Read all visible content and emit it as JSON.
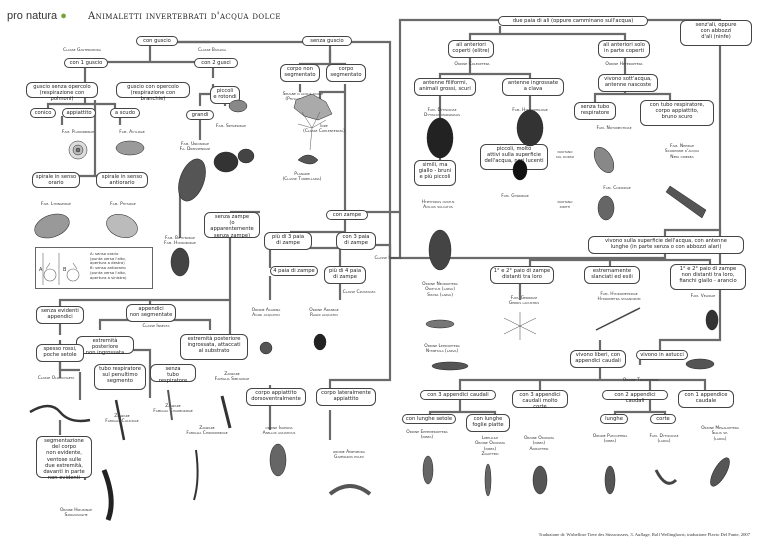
{
  "header": {
    "logo": "pro natura",
    "title": "Animaletti invertebrati d'acqua dolce"
  },
  "credit": "Traduzione di: Wirbellose Tiere des Süsswassers, 3. Auflage, Rolf Wellinghorst; traduzione Flavio Del Fante, 2007",
  "boxes": {
    "con_guscio": "con guscio",
    "senza_guscio": "senza guscio",
    "due_paia_ali": "due paia di ali (oppure camminano sull'acqua)",
    "senza_ali": "senz'ali, oppure\ncon abbozzi\nd'ali (ninfe)",
    "un_guscio": "con 1 guscio",
    "due_gusci": "con 2 gusci",
    "corpo_non_segm": "corpo non\nsegmentato",
    "corpo_segm": "corpo\nsegmentato",
    "ali_ant_coperti": "ali anteriori\ncoperti (elitre)",
    "ali_ant_solo_parte": "ali anteriori solo\nin parte coperti",
    "senza_opercolo": "guscio senza opercolo\n(respirazione con polmoni)",
    "con_opercolo": "guscio con opercolo\n(respirazione con branchie)",
    "piccoli_rotondi": "piccoli\ne rotondi",
    "grandi": "grandi",
    "antenne_filiformi": "antenne filiformi,\nanimali grossi, scuri",
    "antenne_clava": "antenne ingrossate\na clava",
    "sott_acqua": "vivono sott'acqua,\nantenne nascoste",
    "conico": "conico",
    "appiattito": "appiattito",
    "a_scudo": "a scudo",
    "senza_tubo": "senza tubo\nrespiratore",
    "con_tubo": "con tubo respiratore,\ncorpo appiattito,\nbruno scuro",
    "spirale_orario": "spirale in senso\norario",
    "spirale_antiorario": "spirale in senso\nantiorario",
    "simili_ma": "simili, ma\ngiallo - bruni\ne più piccoli",
    "piccoli_molto": "piccoli, molto\nattivi sulla superficie\ndell'acqua, neri lucenti",
    "senza_zampe": "senza zampe\n(o apparentemente\nsenza zampe)",
    "con_zampe": "con zampe",
    "piu_3_paia": "più di 3 paia\ndi zampe",
    "tre_paia": "con 3 paia\ndi zampe",
    "quattro_paia": "4 paia di zampe",
    "piu_4_paia": "più di 4 paia\ndi zampe",
    "superficie_antenne": "vivono sulla superficie dell'acqua, con antenne\nlunghe (in parte senza o con abbozzi alari)",
    "primo_secondo_distanti": "1° e 2° paio di zampe\ndistanti tra loro",
    "estremamente_slanciati": "estremamente\nslanciati ed esili",
    "primo_secondo_vicini": "1° e 2° paio di zampe\nnon distanti tra loro,\nfianchi giallo - arancio",
    "senza_evidenti": "senza evidenti\nappendici",
    "appendici_non_segm": "appendici\nnon segmentate",
    "estremita_non_ingrossata": "estremità posteriore\nnon ingrossata",
    "estremita_ingrossata": "estremità posteriore\ningrossata, attaccati\nal substrato",
    "spesso_rossi": "spesso rossi,\npoche setole",
    "tubo_penultimo": "tubo respiratore\nsul penultimo\nsegmento",
    "senza_tubo_resp": "senza\ntubo respiratore",
    "corpo_dorsoventrale": "corpo appiattito\ndorsoventralmente",
    "corpo_lateralmente": "corpo lateralmente\nappiattito",
    "liberi_appendici": "vivono liberi, con\nappendici caudali",
    "in_astucci": "vivono in astucci",
    "tre_code": "con 3 appendici caudali",
    "code_molto_corte": "con 3 appendici\ncaudali molto corte",
    "due_code": "con 2 appendici caudali",
    "una_coda": "con 1 appendice\ncaudale",
    "con_lunghe_setole": "con lunghe setole",
    "con_lunghe_foglie": "con lunghe\nfoglie piatte",
    "lunghe": "lunghe",
    "corte": "corte",
    "segmentazione": "segmentazione\ndel corpo\nnon evidente,\nventose sulle\ndue estremità,\ndavanti in parte\nnon evidenti"
  },
  "labels": {
    "gasteropoda": "Classe Gasteropoda",
    "bivalvia": "Classe Bivalvia",
    "spugne": "Spugne d'acqua dolce\n(Phyllum Porifera)",
    "ordine_coleoptera": "Ordine Coleoptera",
    "ordine_heteroptera": "Ordine Heteroptera",
    "planorbidae": "Fam. Planorbidae",
    "acylidae": "Fam. Acylidae",
    "sphaeridae": "Fam. Sphaeridae",
    "idre": "Idre\n(Classe Coelenterata)",
    "dytiscidae_marg": "Fam. Dytiscidae\nDytiscus marginalis",
    "hydrophilidae": "Fam. Hydrophilidae",
    "notonectidae": "Fam. Notonectidae",
    "nepidae": "Fam. Nepidae\nScorpione d'acqua\nNepa cinerea",
    "unionidae": "Fam. Unionidae\nFa. Dreissenidae",
    "nuotano_dorso": "nuotano\nsul dorso",
    "corixidae": "Fam. Corixidae",
    "nuotano_diritti": "nuotano\ndiritti",
    "lymnaeidae": "Fam. Lymnaeidae",
    "physidae": "Fam. Physidae",
    "gyrinidae": "Fam. Gyrinidae",
    "planarie": "Planarie\n(Classe Turbellaria)",
    "hyphydrus": "Hyphydrus ovatus\nAcilius sulcatus",
    "bithyniidae": "Fam. Bithyniidae\nFam. Hydrobiidae",
    "classe_insecta_1": "Classe Insecta",
    "ordine_neuroptera": "Ordine Neuroptera\nOsmylus (larva)\nSisyra (larva)",
    "gerridae": "Fam. Gerridae\nGerris lacustris",
    "hydrometridae": "Fam. Hydrometridae\nHydrometra stagnorum",
    "veliidae": "Fam. Veliidae",
    "classe_crustacea": "Classe Crustacea",
    "ordine_acarina": "Ordine Acarina\nAcari acquatici",
    "ordine_araneae": "Ordine Araneae\nRagni acquatici",
    "classe_insecta_2": "Classe Insecta",
    "ordine_lepidoptera": "Ordine Lepidoptera\nNymphula (larva)",
    "classe_oligochaeta": "Classe Oligochaeta",
    "culicidae": "Zanzare\nFamiglia Culicidae",
    "chaoboridae": "Zanzare\nFamiglia Chaoboridae",
    "simuliidae": "Zanzare\nFamiglia Simuliidae",
    "chironomidae": "Zanzare\nFamiglia Chironomidae",
    "ordine_trichoptera": "Ordine Trichoptera",
    "isopoda": "ordine Isopoda\nAsellus aquaticus",
    "amphipoda": "ordine Amphipoda\nGammarus pulex",
    "ephemeroptera": "Ordine Ephemeroptera\n(ninfa)",
    "libellule": "Libellule\nOrdine Odonata\n(ninfa)\nZigotteri",
    "odonata_anisotteri": "Ordine Odonata\n(ninfa)\nAnisotteri",
    "plecoptera": "Ordine Plecoptera\n(ninfa)",
    "dytiscidae_larva": "Fam. Dytiscidae\n(larva)",
    "megaloptera": "Ordine Megaloptera\nSialis sp.\n(larva)",
    "hirudinae": "Ordine Hirudinae\nSanguisughe"
  },
  "legend": "A: senso orario\n(punta verso l'alto,\napertura a destra)\nB: senso antiorario\n(punta verso l'alto,\napertura a sinistra)",
  "legend_marks": {
    "a": "A",
    "b": "B"
  },
  "colors": {
    "line": "#6a6a6a",
    "border": "#444444",
    "logo_accent": "#7aa23a"
  }
}
